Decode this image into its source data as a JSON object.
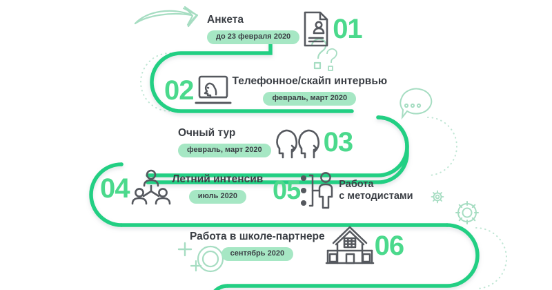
{
  "infographic": {
    "type": "timeline-roadmap",
    "orientation": "serpentine",
    "colors": {
      "path_green": "#22cf83",
      "number_green": "#4bd98c",
      "pill_bg": "#a6e7c4",
      "text_dark": "#3b3f45",
      "icon_gray": "#55585e",
      "decor_green": "#9fdcc0",
      "background": "#ffffff"
    },
    "steps": [
      {
        "number": "01",
        "title": "Анкета",
        "date": "до 23 февраля 2020",
        "icon": "document-person-icon"
      },
      {
        "number": "02",
        "title": "Телефонное/скайп интервью",
        "date": "февраль, март 2020",
        "icon": "laptop-head-icon"
      },
      {
        "number": "03",
        "title": "Очный тур",
        "date": "февраль, март 2020",
        "icon": "two-heads-icon"
      },
      {
        "number": "04",
        "title": "Летний интенсив",
        "date": "июль 2020",
        "icon": "group-people-icon"
      },
      {
        "number": "05",
        "title_line1": "Работа",
        "title_line2": "с методистами",
        "date": "",
        "icon": "person-checklist-icon"
      },
      {
        "number": "06",
        "title": "Работа в школе-партнере",
        "date": "сентябрь 2020",
        "icon": "school-building-icon"
      }
    ],
    "decorations": [
      {
        "name": "curved-arrow-icon"
      },
      {
        "name": "question-mark-large-icon"
      },
      {
        "name": "question-mark-small-icon"
      },
      {
        "name": "speech-bubble-icon"
      },
      {
        "name": "gear-large-icon"
      },
      {
        "name": "gear-small-icon"
      },
      {
        "name": "plus-large-icon"
      },
      {
        "name": "plus-small-icon"
      },
      {
        "name": "ring-circle-icon"
      },
      {
        "name": "dotted-outline-path"
      }
    ]
  }
}
